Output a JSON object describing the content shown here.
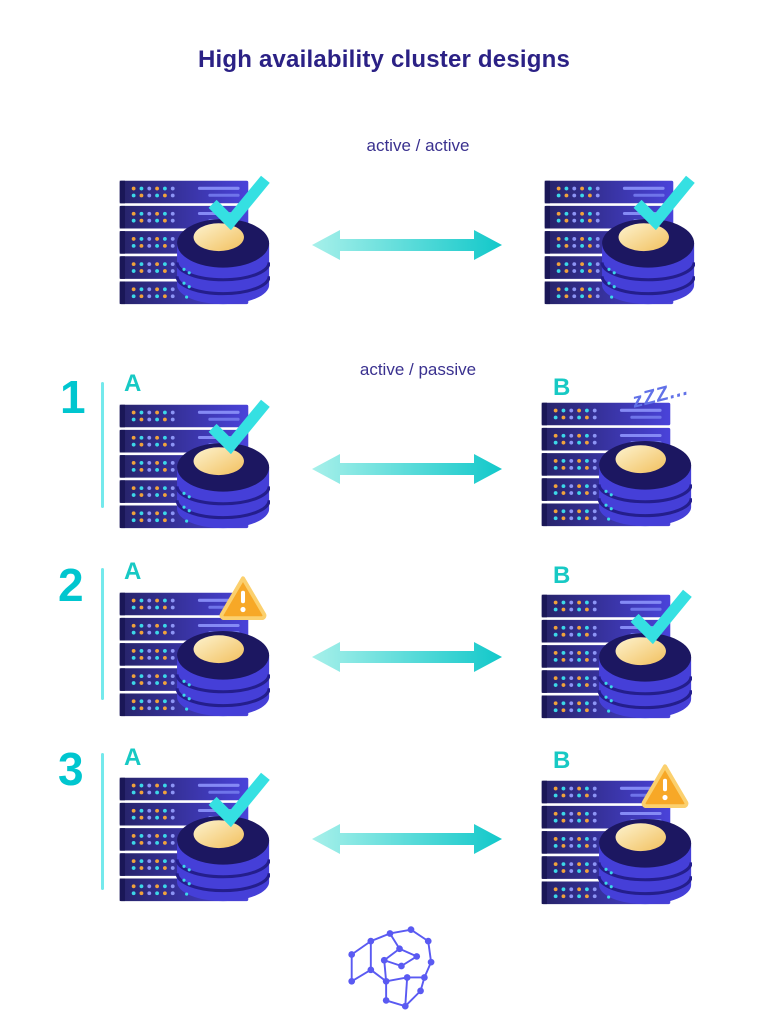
{
  "title": "High availability cluster designs",
  "accent_colors": {
    "title_indigo": "#2b2185",
    "caption_indigo": "#3a318f",
    "teal_number": "#00c6cf",
    "teal_label": "#17c9c4",
    "check_cyan": "#35e0e2",
    "warning_orange": "#f7a827",
    "arrow_gradient_start": "#a7f0ea",
    "arrow_gradient_end": "#12c8ca",
    "server_indigo": "#463fd6",
    "sleep_blue": "#6171e8",
    "logo_blue": "#5a5af2"
  },
  "sections": [
    {
      "number": "",
      "caption": "active / active",
      "left": {
        "label": "",
        "status": "active"
      },
      "right": {
        "label": "",
        "status": "active"
      }
    },
    {
      "number": "1",
      "caption": "active / passive",
      "left": {
        "label": "A",
        "status": "active"
      },
      "right": {
        "label": "B",
        "status": "passive",
        "sleep_text": "zZZ..."
      }
    },
    {
      "number": "2",
      "caption": "",
      "left": {
        "label": "A",
        "status": "failed"
      },
      "right": {
        "label": "B",
        "status": "active"
      }
    },
    {
      "number": "3",
      "caption": "",
      "left": {
        "label": "A",
        "status": "active"
      },
      "right": {
        "label": "B",
        "status": "failed"
      }
    }
  ]
}
